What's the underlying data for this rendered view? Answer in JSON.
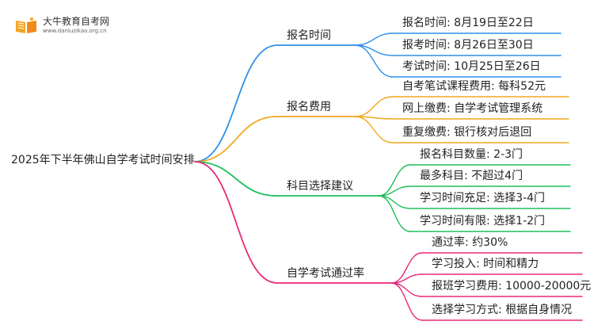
{
  "logo": {
    "name": "大牛教育自考网",
    "url": "www.daniuzikao.org.cn"
  },
  "root": {
    "label": "2025年下半年佛山自学考试时间安排"
  },
  "branches": [
    {
      "label": "报名时间",
      "color": "#2f8fe8",
      "children": [
        "报名时间: 8月19日至22日",
        "报考时间: 8月26日至30日",
        "考试时间: 10月25日至26日"
      ]
    },
    {
      "label": "报名费用",
      "color": "#f0a81e",
      "children": [
        "自考笔试课程费用: 每科52元",
        "网上缴费: 自学考试管理系统",
        "重复缴费: 银行核对后退回"
      ]
    },
    {
      "label": "科目选择建议",
      "color": "#1fbf5a",
      "children": [
        "报名科目数量: 2-3门",
        "最多科目: 不超过4门",
        "学习时间充足: 选择3-4门",
        "学习时间有限: 选择1-2门"
      ]
    },
    {
      "label": "自学考试通过率",
      "color": "#e8287a",
      "children": [
        "通过率: 约30%",
        "学习投入: 时间和精力",
        "报班学习费用: 10000-20000元",
        "选择学习方式: 根据自身情况"
      ]
    }
  ]
}
